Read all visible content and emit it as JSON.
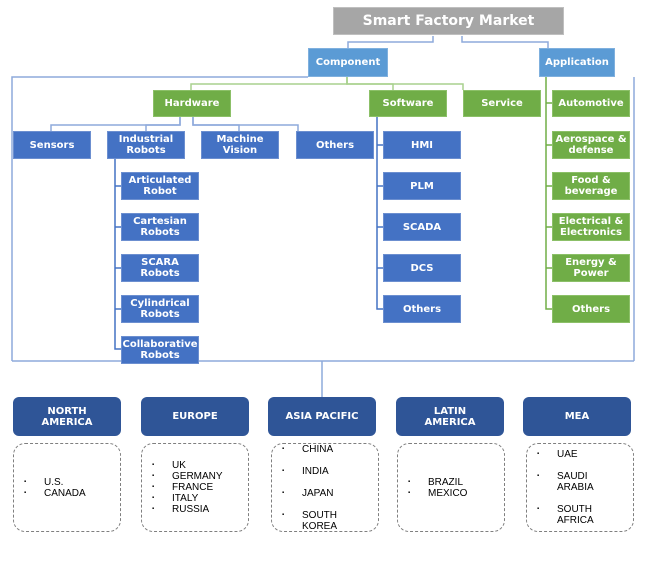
{
  "title": "Smart Factory Market",
  "level1": {
    "component": "Component",
    "application": "Application"
  },
  "component": {
    "hardware": "Hardware",
    "software": "Software",
    "service": "Service"
  },
  "hardware": [
    "Sensors",
    "Industrial\nRobots",
    "Machine\nVision",
    "Others"
  ],
  "robots": [
    "Articulated\nRobot",
    "Cartesian\nRobots",
    "SCARA\nRobots",
    "Cylindrical\nRobots",
    "Collaborative\nRobots"
  ],
  "software": [
    "HMI",
    "PLM",
    "SCADA",
    "DCS",
    "Others"
  ],
  "application": [
    "Automotive",
    "Aerospace &\ndefense",
    "Food &\nbeverage",
    "Electrical  &\nElectronics",
    "Energy &\nPower",
    "Others"
  ],
  "regions": [
    {
      "name": "NORTH\nAMERICA",
      "countries": [
        "U.S.",
        "CANADA"
      ]
    },
    {
      "name": "EUROPE",
      "countries": [
        "UK",
        "GERMANY",
        "FRANCE",
        "ITALY",
        "RUSSIA"
      ]
    },
    {
      "name": "ASIA PACIFIC",
      "countries": [
        "CHINA",
        "INDIA",
        "JAPAN",
        "SOUTH\nKOREA"
      ]
    },
    {
      "name": "LATIN\nAMERICA",
      "countries": [
        "BRAZIL",
        "MEXICO"
      ]
    },
    {
      "name": "MEA",
      "countries": [
        "UAE",
        "SAUDI\nARABIA",
        "SOUTH\nAFRICA"
      ]
    }
  ],
  "colors": {
    "title": "#a6a6a6",
    "level1": "#5b9bd5",
    "green": "#70ad47",
    "blue": "#4472c4",
    "region": "#2f5597"
  }
}
